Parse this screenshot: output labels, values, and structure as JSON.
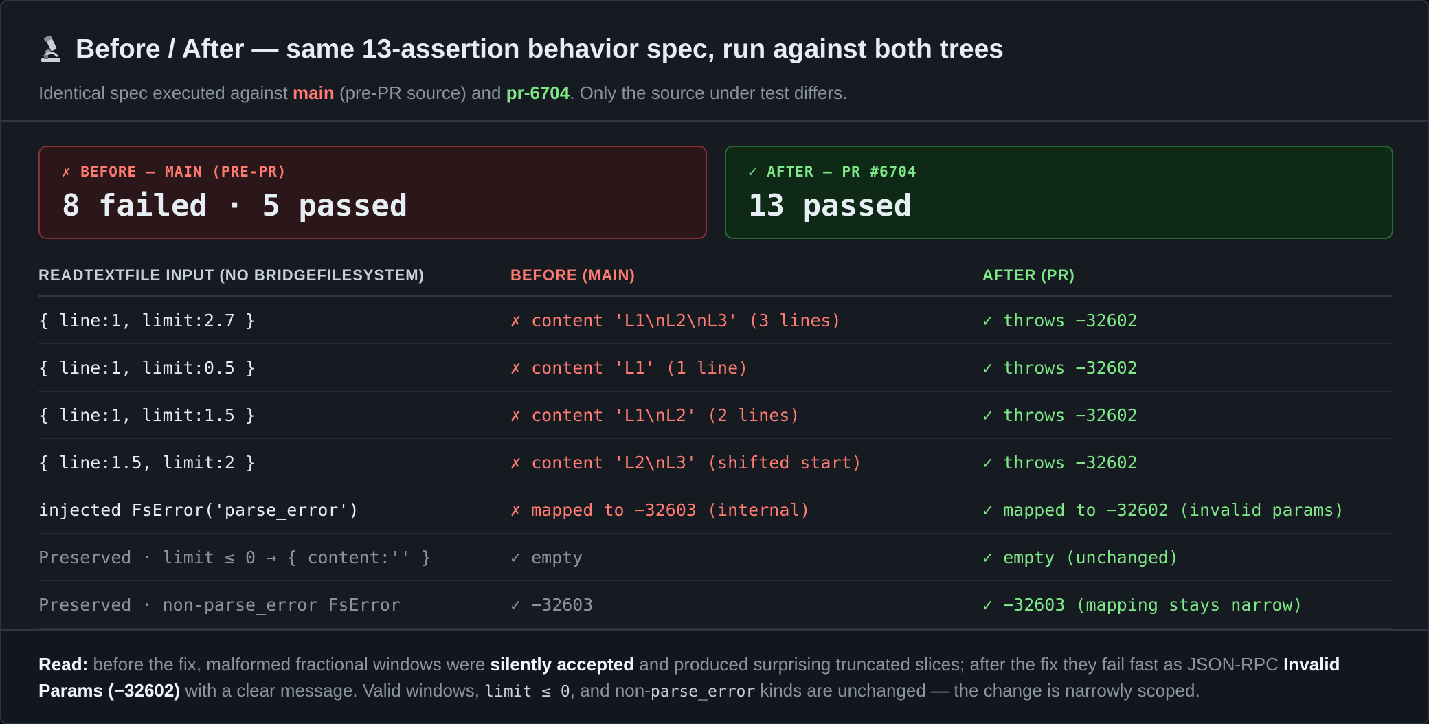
{
  "header": {
    "icon": "microscope-icon",
    "title": "Before / After — same 13-assertion behavior spec, run against both trees",
    "subtitle_prefix": "Identical spec executed against ",
    "main_ref": "main",
    "subtitle_middle": " (pre-PR source) and ",
    "pr_ref": "pr-6704",
    "subtitle_suffix": ". Only the source under test differs."
  },
  "summary": {
    "before": {
      "label": "✗ BEFORE — MAIN (PRE-PR)",
      "value": "8 failed · 5 passed"
    },
    "after": {
      "label": "✓ AFTER — PR #6704",
      "value": "13 passed"
    }
  },
  "table": {
    "headers": [
      "READTEXTFILE INPUT (NO BRIDGEFILESYSTEM)",
      "BEFORE (MAIN)",
      "AFTER (PR)"
    ],
    "rows": [
      {
        "input": "{ line:1, limit:2.7 }",
        "before": "✗ content 'L1\\nL2\\nL3' (3 lines)",
        "after": "✓ throws −32602"
      },
      {
        "input": "{ line:1, limit:0.5 }",
        "before": "✗ content 'L1' (1 line)",
        "after": "✓ throws −32602"
      },
      {
        "input": "{ line:1, limit:1.5 }",
        "before": "✗ content 'L1\\nL2' (2 lines)",
        "after": "✓ throws −32602"
      },
      {
        "input": "{ line:1.5, limit:2 }",
        "before": "✗ content 'L2\\nL3' (shifted start)",
        "after": "✓ throws −32602"
      },
      {
        "input": "injected FsError('parse_error')",
        "before": "✗ mapped to −32603 (internal)",
        "after": "✓ mapped to −32602 (invalid params)"
      },
      {
        "input": "Preserved · limit ≤ 0 → { content:'' }",
        "before": "✓ empty",
        "after": "✓ empty (unchanged)"
      },
      {
        "input": "Preserved · non-parse_error FsError",
        "before": "✓ −32603",
        "after": "✓ −32603 (mapping stays narrow)"
      }
    ]
  },
  "footer": {
    "read_label": "Read:",
    "t1": " before the fix, malformed fractional windows were ",
    "b1": "silently accepted",
    "t2": " and produced surprising truncated slices; after the fix they fail fast as JSON-RPC ",
    "b2": "Invalid Params (−32602)",
    "t3": " with a clear message. Valid windows, ",
    "code1": "limit ≤ 0",
    "t4": ", and non-",
    "code2": "parse_error",
    "t5": " kinds are unchanged — the change is narrowly scoped."
  }
}
